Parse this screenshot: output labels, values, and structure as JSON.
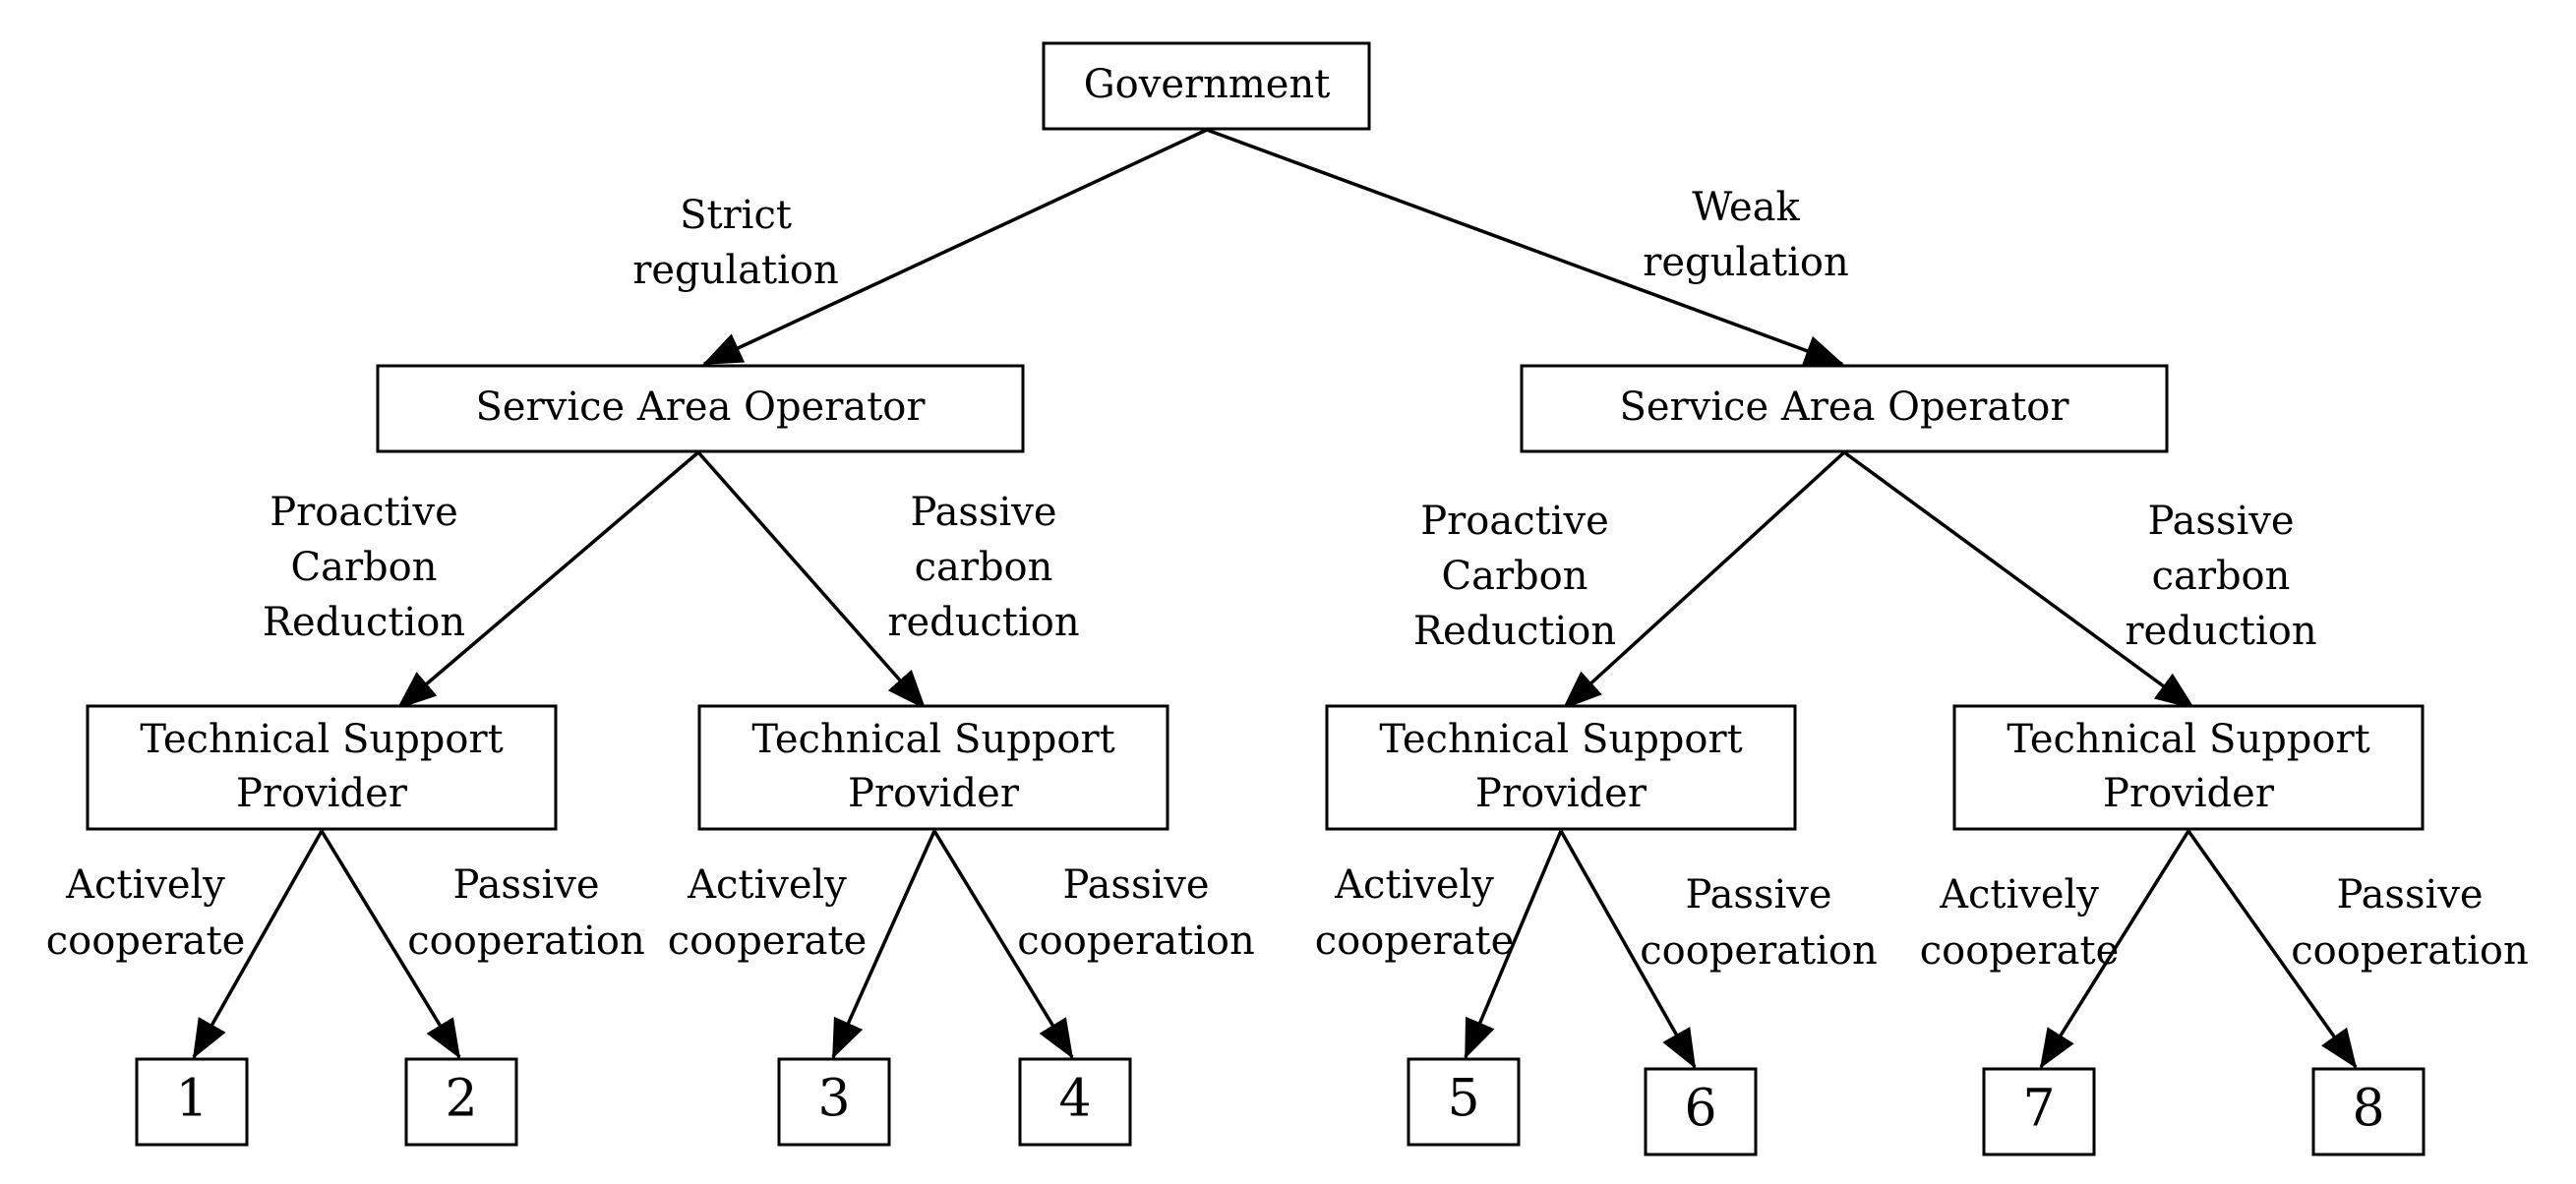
{
  "government": {
    "label": "Government"
  },
  "regulation": {
    "strict": [
      "Strict",
      "regulation"
    ],
    "weak": [
      "Weak",
      "regulation"
    ]
  },
  "operator": {
    "left_label": "Service Area Operator",
    "right_label": "Service Area Operator"
  },
  "carbon": {
    "ll_proactive": [
      "Proactive",
      "Carbon",
      "Reduction"
    ],
    "lr_passive": [
      "Passive",
      "carbon",
      "reduction"
    ],
    "rl_proactive": [
      "Proactive",
      "Carbon",
      "Reduction"
    ],
    "rr_passive": [
      "Passive",
      "carbon",
      "reduction"
    ]
  },
  "provider": {
    "p1": [
      "Technical Support",
      "Provider"
    ],
    "p2": [
      "Technical Support",
      "Provider"
    ],
    "p3": [
      "Technical Support",
      "Provider"
    ],
    "p4": [
      "Technical Support",
      "Provider"
    ]
  },
  "cooperation": {
    "c1a": [
      "Actively",
      "cooperate"
    ],
    "c1b": [
      "Passive",
      "cooperation"
    ],
    "c2a": [
      "Actively",
      "cooperate"
    ],
    "c2b": [
      "Passive",
      "cooperation"
    ],
    "c3a": [
      "Actively",
      "cooperate"
    ],
    "c3b": [
      "Passive",
      "cooperation"
    ],
    "c4a": [
      "Actively",
      "cooperate"
    ],
    "c4b": [
      "Passive",
      "cooperation"
    ]
  },
  "outcomes": [
    "1",
    "2",
    "3",
    "4",
    "5",
    "6",
    "7",
    "8"
  ],
  "colors": {
    "stroke": "#000000",
    "background": "#ffffff"
  }
}
